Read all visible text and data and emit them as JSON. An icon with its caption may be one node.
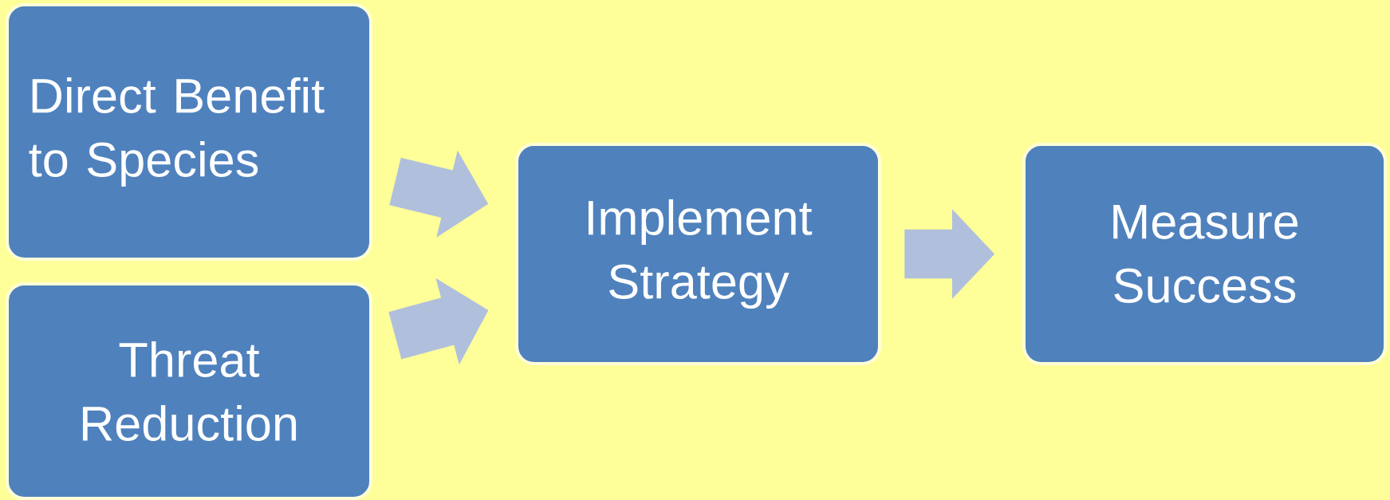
{
  "diagram": {
    "nodes": [
      {
        "text": [
          "Direct Benefit to Species"
        ]
      },
      {
        "text": [
          "Threat Reduction"
        ]
      },
      {
        "text": [
          "Implement Strategy"
        ]
      },
      {
        "text": [
          "Measure Success"
        ]
      }
    ],
    "edges": [
      {
        "from": 0,
        "to": 2,
        "arrow": "to"
      },
      {
        "from": 1,
        "to": 2,
        "arrow": "to"
      },
      {
        "from": 2,
        "to": 3,
        "arrow": "to"
      }
    ]
  }
}
